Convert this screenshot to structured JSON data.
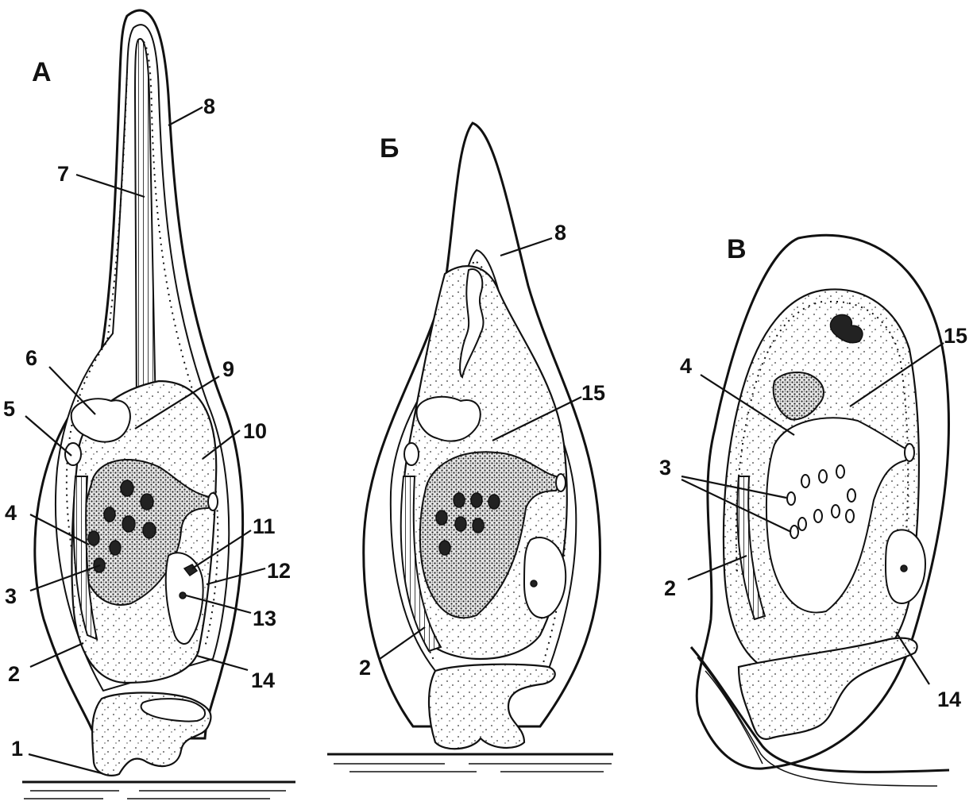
{
  "figure": {
    "panel_labels": {
      "a": "А",
      "b": "Б",
      "c": "В"
    },
    "callouts_a": [
      "1",
      "2",
      "3",
      "4",
      "5",
      "6",
      "7",
      "8",
      "9",
      "10",
      "11",
      "12",
      "13",
      "14"
    ],
    "callouts_b": [
      "8",
      "15",
      "2"
    ],
    "callouts_c": [
      "4",
      "15",
      "3",
      "2",
      "14"
    ]
  }
}
